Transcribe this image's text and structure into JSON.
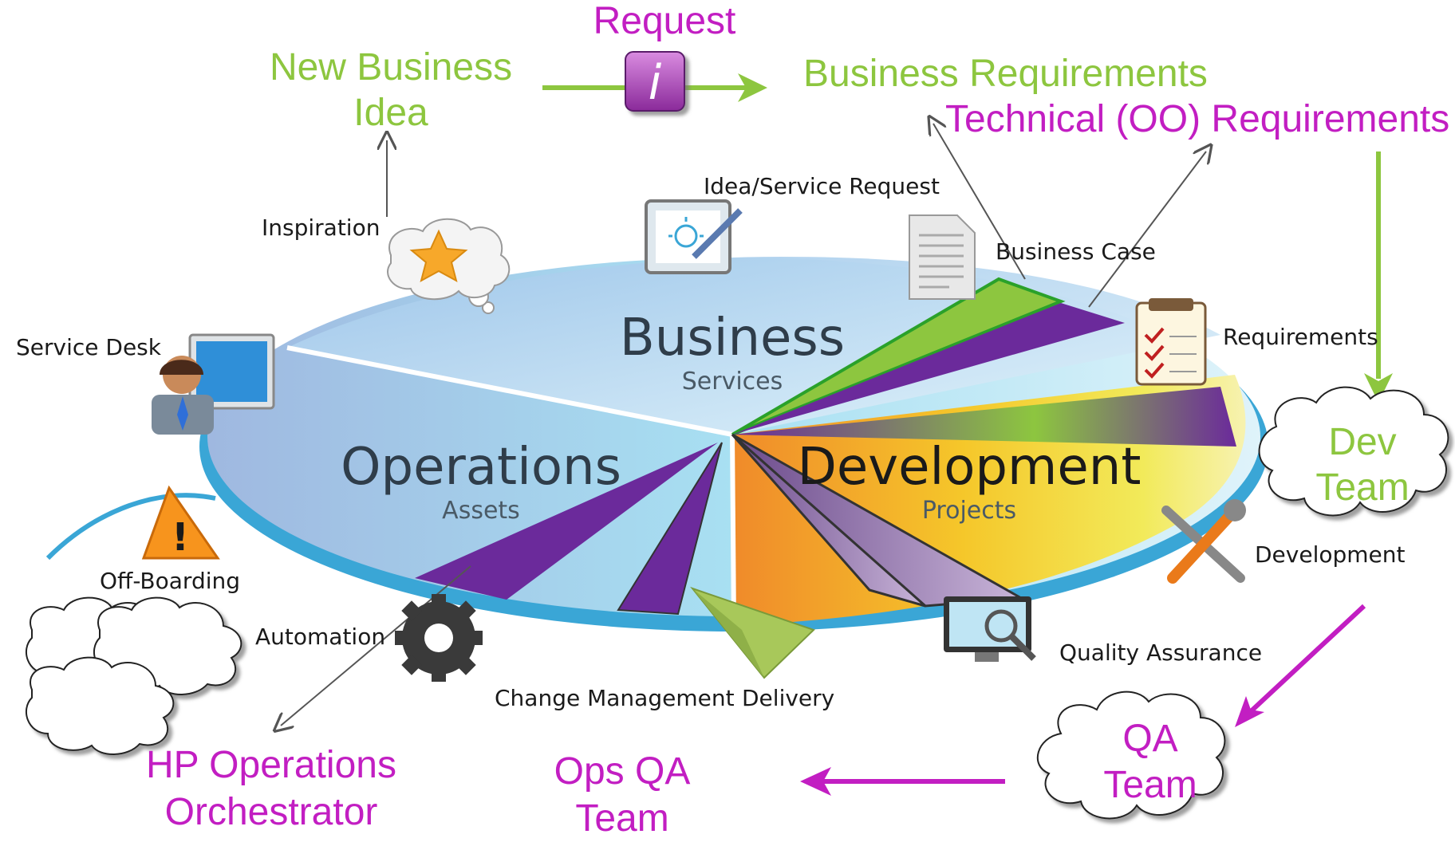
{
  "colors": {
    "green": "#8dc63f",
    "magenta": "#c21ec2",
    "purple": "#6b2a9b",
    "disc_blue": "#a9dcef",
    "disc_edge": "#3aa6d6"
  },
  "top": {
    "request": "Request",
    "new_business_idea": [
      "New Business",
      "Idea"
    ],
    "business_requirements": "Business Requirements",
    "technical_requirements": "Technical (OO) Requirements"
  },
  "disc": {
    "business": {
      "title": "Business",
      "subtitle": "Services"
    },
    "operations": {
      "title": "Operations",
      "subtitle": "Assets"
    },
    "development": {
      "title": "Development",
      "subtitle": "Projects"
    }
  },
  "stages": {
    "inspiration": "Inspiration",
    "idea_service_request": "Idea/Service Request",
    "business_case": "Business Case",
    "requirements": "Requirements",
    "development": "Development",
    "quality_assurance": "Quality Assurance",
    "delivery": "Delivery",
    "change_management": "Change Management",
    "automation": "Automation",
    "off_boarding": "Off-Boarding",
    "service_desk": "Service Desk"
  },
  "teams": {
    "dev_team": [
      "Dev",
      "Team"
    ],
    "qa_team": [
      "QA",
      "Team"
    ],
    "ops_qa_team": [
      "Ops QA",
      "Team"
    ],
    "hp_oo": [
      "HP Operations",
      "Orchestrator"
    ]
  },
  "icons": {
    "request": "info-icon",
    "inspiration": "cloud-star-icon",
    "idea": "lightbulb-board-icon",
    "business_case": "document-icon",
    "requirements": "checklist-icon",
    "development": "tools-icon",
    "quality_assurance": "monitor-bug-icon",
    "delivery": "paper-plane-icon",
    "automation": "gear-icon",
    "off_boarding": "warning-icon",
    "service_desk": "support-agent-icon"
  }
}
